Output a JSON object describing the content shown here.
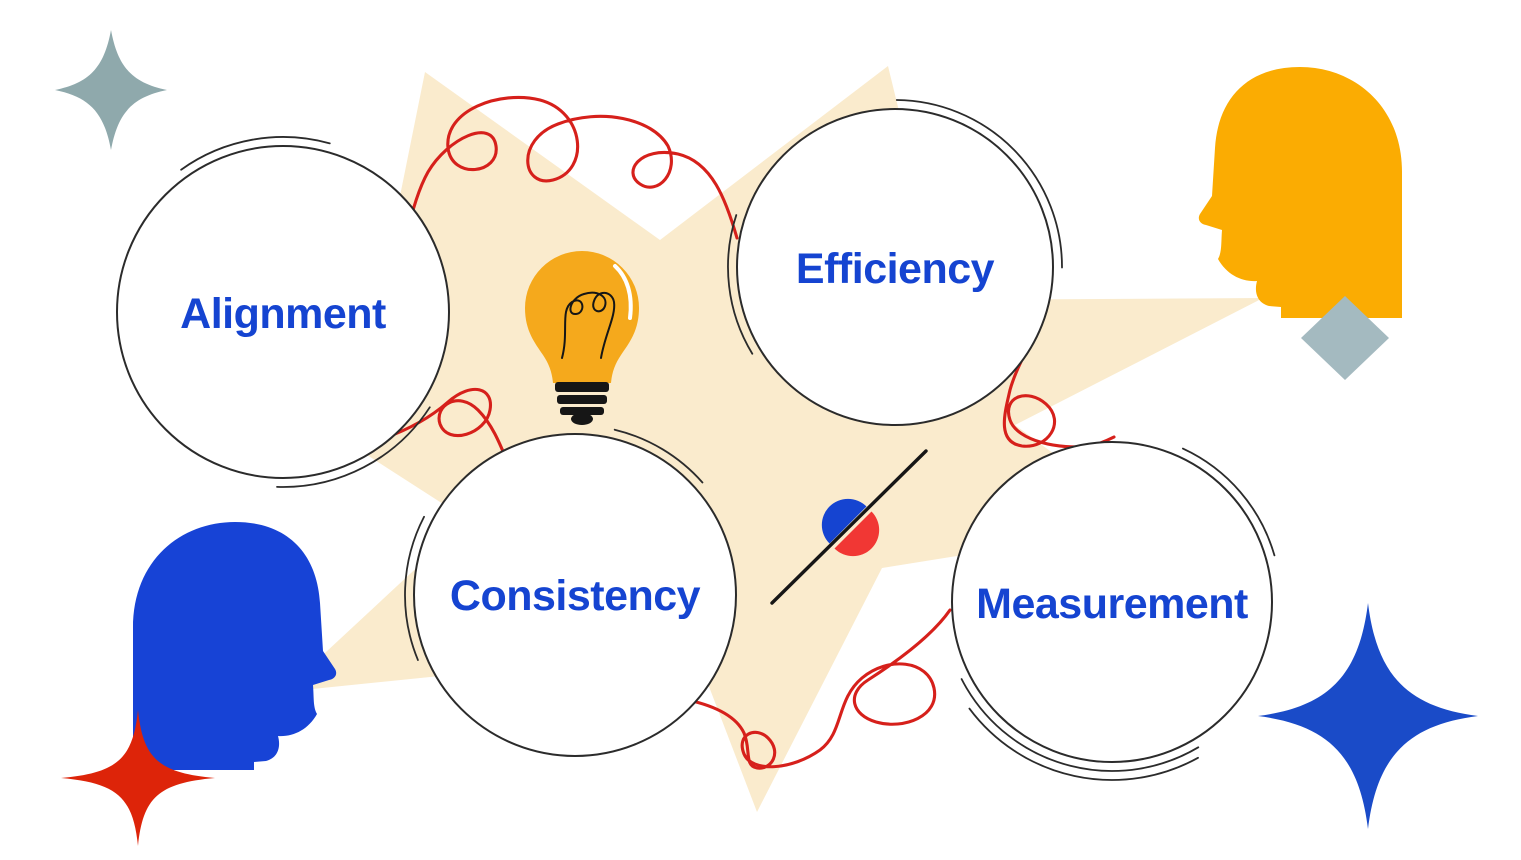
{
  "title": "Brand pillars illustration",
  "colors": {
    "background": "#FFFFFF",
    "accent_blue": "#1544D1",
    "head_blue": "#1743D6",
    "sparkle_blue": "#1A4BC8",
    "red": "#D6201B",
    "sparkle_red": "#DD2409",
    "dot_red": "#F13734",
    "cream": "#FAEBCD",
    "bulb_yellow": "#F5A91C",
    "head_yellow": "#FBAC02",
    "diamond_gray": "#A4BAC0",
    "sparkle_gray": "#8FA9AC",
    "outline": "#2B2B2B",
    "ink": "#161616"
  },
  "bubbles": [
    {
      "label": "Alignment"
    },
    {
      "label": "Efficiency"
    },
    {
      "label": "Consistency"
    },
    {
      "label": "Measurement"
    }
  ],
  "decorations": [
    {
      "icon": "star-burst-icon",
      "variant": "cream background burst"
    },
    {
      "icon": "sparkle-icon",
      "variant": "gray, top left"
    },
    {
      "icon": "lightbulb-icon",
      "variant": "yellow idea bulb"
    },
    {
      "icon": "head-silhouette-icon",
      "variant": "yellow, top right"
    },
    {
      "icon": "diamond-icon",
      "variant": "gray, under yellow head"
    },
    {
      "icon": "head-silhouette-icon",
      "variant": "blue, bottom left"
    },
    {
      "icon": "sparkle-icon",
      "variant": "red, bottom left"
    },
    {
      "icon": "sparkle-icon",
      "variant": "blue, bottom right"
    },
    {
      "icon": "scribble-line-icon",
      "variant": "red looping threads"
    },
    {
      "icon": "split-dot-icon",
      "variant": "blue and red dot on diagonal line"
    }
  ]
}
